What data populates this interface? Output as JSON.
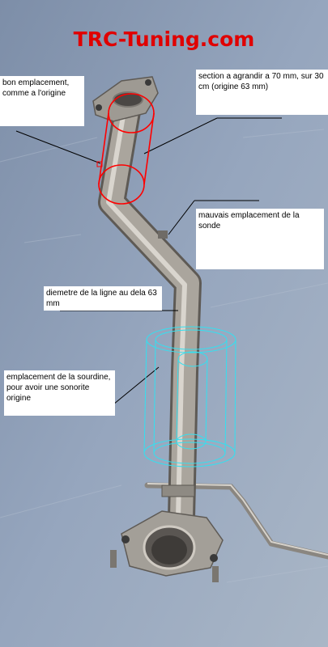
{
  "brand": {
    "text": "TRC-Tuning.com",
    "color": "#e00000"
  },
  "annotations": {
    "bon_emplacement": "bon emplacement, comme a l'origine",
    "section": "section a agrandir a 70 mm, sur 30 cm (origine 63 mm)",
    "mauvais_emplacement": "mauvais emplacement de la sonde",
    "diametre": "diemetre de la ligne au dela 63 mm",
    "sourdine": "emplacement de la sourdine, pour avoir une sonorite origine"
  },
  "colors": {
    "background": "#8fa0b8",
    "pipe": "#a7a39c",
    "highlight_red": "#ff0000",
    "highlight_cyan": "#33e0f0"
  }
}
